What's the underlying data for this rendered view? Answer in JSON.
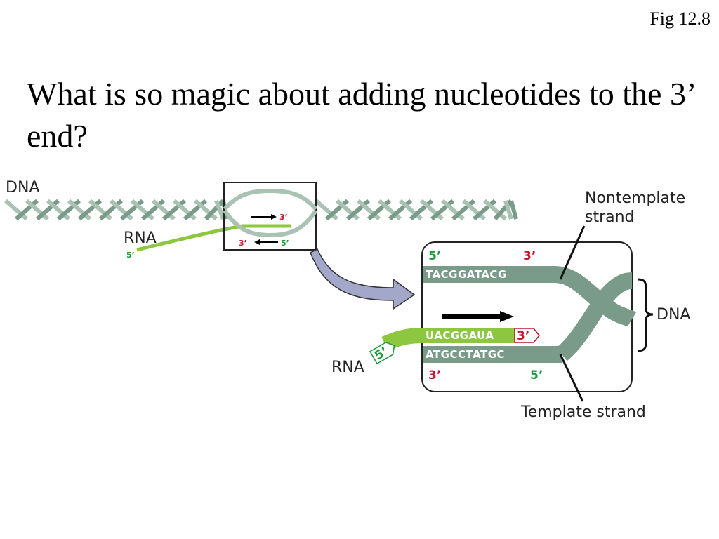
{
  "slide": {
    "fig_label": "Fig 12.8",
    "title": "What is so magic about adding nucleotides to the 3’ end?"
  },
  "diagram": {
    "overview": {
      "dna_label": "DNA",
      "rna_label": "RNA",
      "rna_5_end": "5’",
      "box_top_end": "3’",
      "box_bottom_left_end": "3’",
      "box_bottom_right_end": "5’"
    },
    "detail": {
      "nontemplate_label": "Nontemplate strand",
      "template_label": "Template strand",
      "dna_label": "DNA",
      "rna_label": "RNA",
      "top_5_end": "5’",
      "top_3_end": "3’",
      "nontemplate_sequence": "TACGGATACG",
      "rna_sequence": "UACGGAUA",
      "rna_3_end": "3’",
      "rna_5_end": "5’",
      "template_sequence": "ATGCCTATGC",
      "bottom_3_end": "3’",
      "bottom_5_end": "5’"
    },
    "colors": {
      "dna_strand": "#7a9a8a",
      "dna_light": "#a9c2b4",
      "rna_strand": "#8dc63f",
      "three_prime": "#c4122f",
      "five_prime": "#1a9a3a",
      "arrow_fill": "#a3a7c9"
    }
  }
}
